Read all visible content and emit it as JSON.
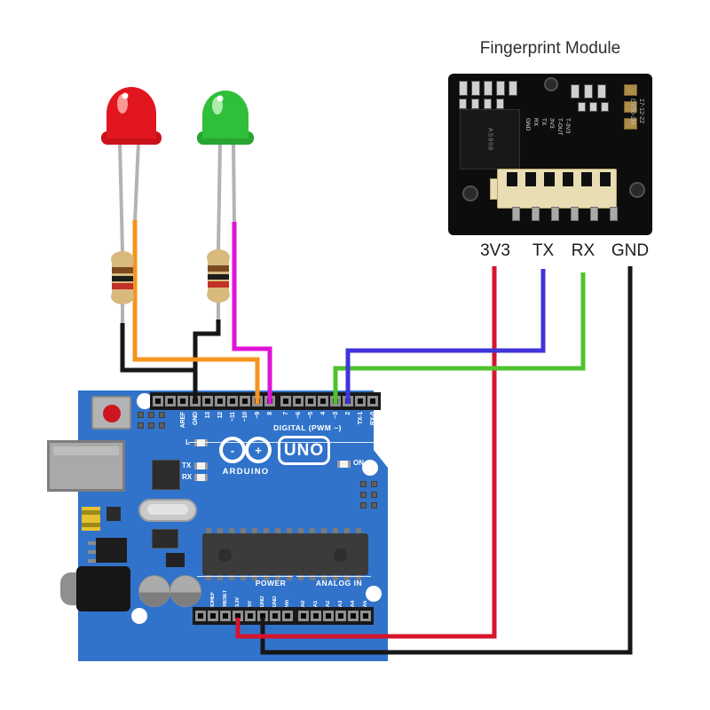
{
  "module": {
    "title": "Fingerprint Module",
    "pin_labels": [
      "3V3",
      "TX",
      "RX",
      "GND"
    ],
    "chip_label": "AS608",
    "silkscreen_labels": [
      "GND",
      "RX",
      "TX",
      "3V3",
      "T-OUT",
      "T-3V3"
    ],
    "version_labels": [
      "DY50-2M",
      "17-12-22"
    ]
  },
  "arduino": {
    "brand": "ARDUINO",
    "model": "UNO",
    "logo_minus": "-",
    "logo_plus": "+",
    "digital_caption": "DIGITAL (PWM ~)",
    "power_caption": "POWER",
    "analog_caption": "ANALOG IN",
    "on_label": "ON",
    "led_l": "L",
    "led_tx": "TX",
    "led_rx": "RX",
    "digital_left_pins": [
      "",
      "",
      "AREF",
      "GND",
      "13",
      "12",
      "~11",
      "~10",
      "~9",
      "8"
    ],
    "digital_right_pins": [
      "7",
      "~6",
      "~5",
      "4",
      "~3",
      "2",
      "TX-1",
      "RX-0"
    ],
    "power_pins": [
      "",
      "IOREF",
      "RESET",
      "3.3V",
      "5V",
      "GND",
      "GND",
      "Vin"
    ],
    "analog_pins": [
      "A0",
      "A1",
      "A2",
      "A3",
      "A4",
      "A5"
    ],
    "board_color": "#3173cb"
  },
  "components": {
    "red_led": {
      "name": "red LED",
      "color": "#e2161e",
      "flange": "#c9121a",
      "highlight": "#ffb0ab"
    },
    "green_led": {
      "name": "green LED",
      "color": "#2fbf3a",
      "flange": "#27a531",
      "highlight": "#c2f2c0"
    },
    "resistor": {
      "body": "#d8ba7e",
      "bands": [
        "#7b4a21",
        "#1c1c1c",
        "#c23128"
      ]
    },
    "lead_color": "#b3b3b3"
  },
  "wires": {
    "orange": {
      "color": "#f7941d",
      "connects": "red LED anode to digital pin ~9"
    },
    "magenta": {
      "color": "#e012d8",
      "connects": "green LED anode to digital pin 8"
    },
    "black_leds": {
      "color": "#161616",
      "connects": "LED resistors to digital GND pin"
    },
    "red": {
      "color": "#d6142b",
      "connects": "module 3V3 to Arduino 3.3V"
    },
    "blue": {
      "color": "#4033da",
      "connects": "module TX to digital pin 2"
    },
    "green": {
      "color": "#4fc32d",
      "connects": "module RX to digital pin ~3"
    },
    "black_module": {
      "color": "#161616",
      "connects": "module GND to Arduino power GND"
    }
  }
}
